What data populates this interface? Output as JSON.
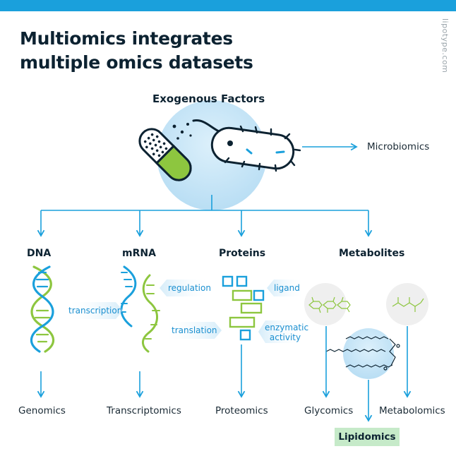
{
  "title": {
    "line1": "Multiomics integrates",
    "line2": "multiple omics datasets"
  },
  "brand": "lipotype.com",
  "exogenous": "Exogenous Factors",
  "microbiomics": "Microbiomics",
  "headers": {
    "dna": "DNA",
    "mrna": "mRNA",
    "proteins": "Proteins",
    "metabolites": "Metabolites"
  },
  "processes": {
    "transcription": "transcription",
    "regulation": "regulation",
    "translation": "translation",
    "ligand": "ligand",
    "enzymatic_line1": "enzymatic",
    "enzymatic_line2": "activity"
  },
  "outputs": {
    "genomics": "Genomics",
    "transcriptomics": "Transcriptomics",
    "proteomics": "Proteomics",
    "glycomics": "Glycomics",
    "metabolomics": "Metabolomics",
    "lipidomics": "Lipidomics"
  },
  "colors": {
    "accent": "#1aa0dc",
    "green": "#8dc63f",
    "circle": "#c3e4f7",
    "grey_circle": "#efefef",
    "lipid_box": "#c6eac9"
  }
}
